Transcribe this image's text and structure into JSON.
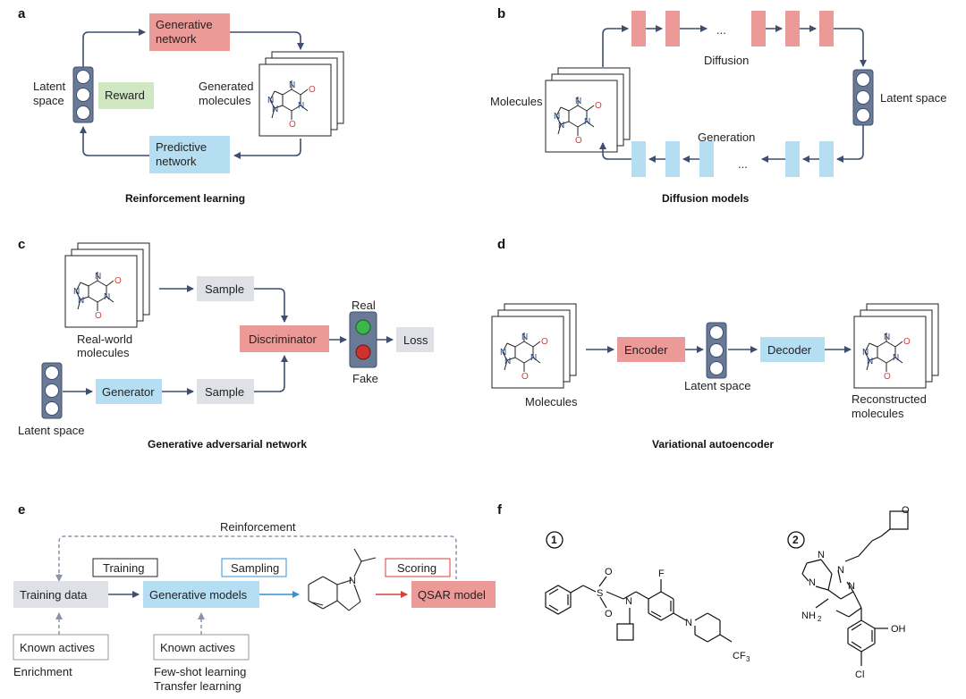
{
  "colors": {
    "arrow": "#3f4d6e",
    "red_box": "#ec9a98",
    "blue_box": "#b5def3",
    "grey_box": "#dfe1e6",
    "green_box": "#cfe8c2",
    "latent_fill": "#687a96",
    "molecule_N": "#1f3c7a",
    "molecule_O": "#d6413b",
    "signal_green": "#3cb54a",
    "signal_red": "#d0312d",
    "dashed": "#8c93a8"
  },
  "panel_a": {
    "letter": "a",
    "generative_network": [
      "Generative",
      "network"
    ],
    "predictive_network": [
      "Predictive",
      "network"
    ],
    "reward": "Reward",
    "latent_space": [
      "Latent",
      "space"
    ],
    "generated_molecules": [
      "Generated",
      "molecules"
    ],
    "caption": "Reinforcement learning"
  },
  "panel_b": {
    "letter": "b",
    "molecules": "Molecules",
    "diffusion": "Diffusion",
    "generation": "Generation",
    "latent_space": "Latent space",
    "ellipsis": "...",
    "caption": "Diffusion models"
  },
  "panel_c": {
    "letter": "c",
    "real_world": [
      "Real-world",
      "molecules"
    ],
    "sample_top": "Sample",
    "sample_bottom": "Sample",
    "discriminator": "Discriminator",
    "generator": "Generator",
    "real": "Real",
    "fake": "Fake",
    "loss": "Loss",
    "latent_space": "Latent space",
    "caption": "Generative adversarial network"
  },
  "panel_d": {
    "letter": "d",
    "molecules": "Molecules",
    "encoder": "Encoder",
    "decoder": "Decoder",
    "latent_space": "Latent space",
    "reconstructed": [
      "Reconstructed",
      "molecules"
    ],
    "caption": "Variational autoencoder"
  },
  "panel_e": {
    "letter": "e",
    "reinforcement": "Reinforcement",
    "training": "Training",
    "sampling": "Sampling",
    "scoring": "Scoring",
    "training_data": "Training data",
    "generative_models": "Generative models",
    "qsar_model": "QSAR model",
    "known_actives_1": "Known actives",
    "known_actives_2": "Known actives",
    "enrichment": "Enrichment",
    "few_shot": "Few-shot learning",
    "transfer": "Transfer learning",
    "atom_N": "N"
  },
  "panel_f": {
    "letter": "f",
    "compound_1": "1",
    "compound_2": "2",
    "atoms_1": {
      "S": "S",
      "O1": "O",
      "O2": "O",
      "N": "N",
      "F": "F",
      "N2": "N",
      "CF3": "CF",
      "CF3_sub": "3"
    },
    "atoms_2": {
      "O": "O",
      "N1": "N",
      "N2": "N",
      "N3": "N",
      "N4": "N",
      "NH2": "NH",
      "NH2_sub": "2",
      "OH": "OH",
      "Cl": "Cl"
    }
  },
  "molecule_atoms": {
    "N": "N",
    "O": "O"
  }
}
